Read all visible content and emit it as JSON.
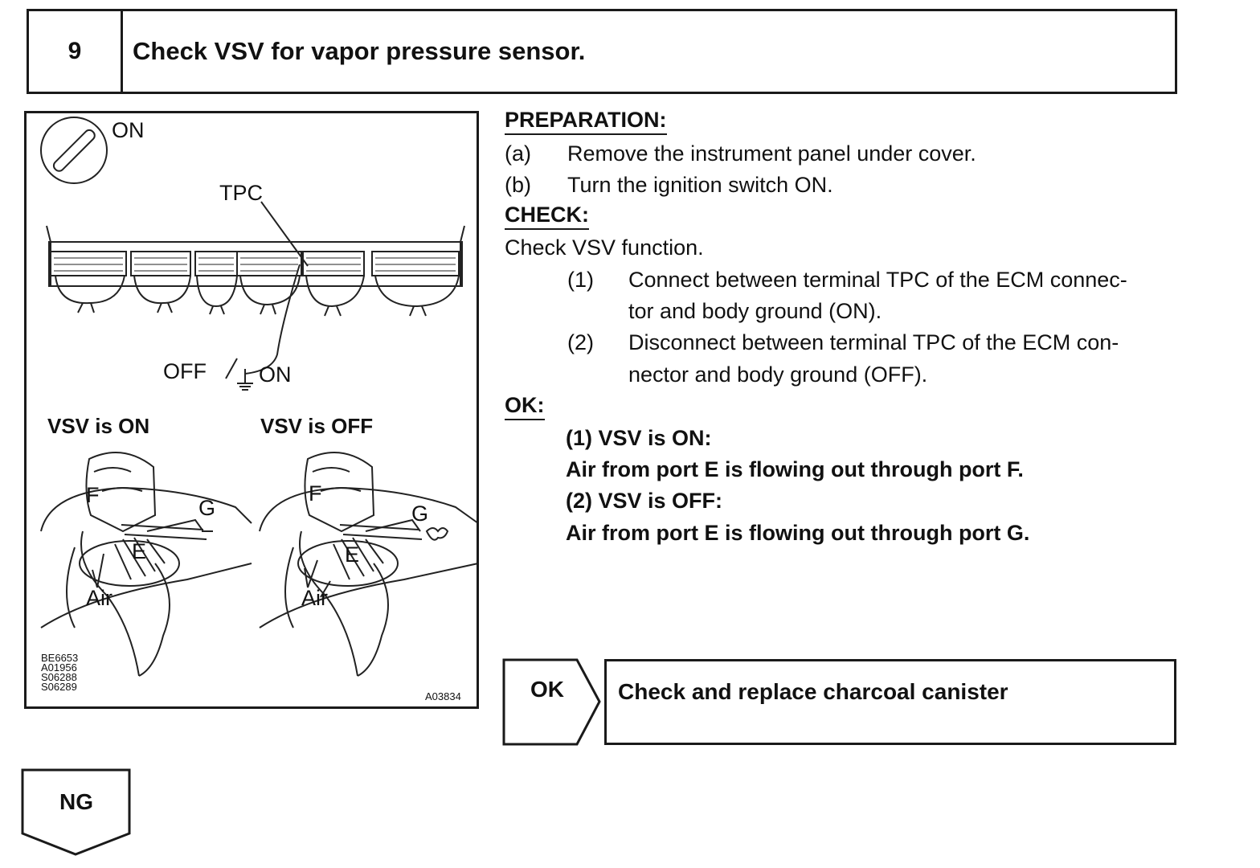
{
  "step": {
    "number": "9",
    "title": "Check VSV for vapor pressure sensor."
  },
  "figure": {
    "ignition_label": "ON",
    "tpc_label": "TPC",
    "switch_off_label": "OFF",
    "switch_on_label": "ON",
    "vsv_on": {
      "caption": "VSV is ON",
      "port_f": "F",
      "port_g": "G",
      "port_e": "E",
      "air": "Air"
    },
    "vsv_off": {
      "caption": "VSV is OFF",
      "port_f": "F",
      "port_g": "G",
      "port_e": "E",
      "air": "Air"
    },
    "codes": [
      "BE6653",
      "A01956",
      "S06288",
      "S06289"
    ],
    "code_right": "A03834"
  },
  "instructions": {
    "preparation_heading": "PREPARATION:",
    "prep_a_marker": "(a)",
    "prep_a_text": "Remove the instrument panel under cover.",
    "prep_b_marker": "(b)",
    "prep_b_text": "Turn the ignition switch ON.",
    "check_heading": "CHECK:",
    "check_intro": "Check VSV function.",
    "check_1_marker": "(1)",
    "check_1_line1": "Connect between terminal TPC of the ECM connec-",
    "check_1_line2": "tor and body ground (ON).",
    "check_2_marker": "(2)",
    "check_2_line1": "Disconnect between terminal TPC of the ECM con-",
    "check_2_line2": "nector and body ground (OFF).",
    "ok_heading": "OK:",
    "ok_1_title": "(1) VSV is ON:",
    "ok_1_text": "Air from port E is flowing out through port F.",
    "ok_2_title": "(2) VSV is OFF:",
    "ok_2_text": "Air from port E is flowing out through port G."
  },
  "result_ok": {
    "tag": "OK",
    "action": "Check and replace charcoal canister"
  },
  "result_ng": {
    "tag": "NG"
  }
}
